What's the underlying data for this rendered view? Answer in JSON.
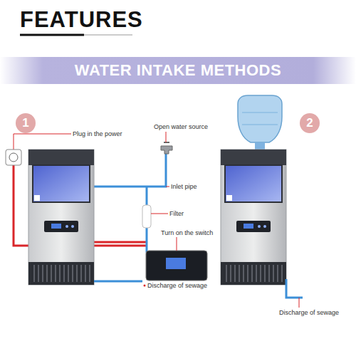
{
  "diagram": {
    "title": "FEATURES",
    "nodes": [
      {
        "text": [
          "WATER INTAKE METHODS"
        ]
      },
      {
        "text": [
          "1"
        ]
      },
      {
        "text": [
          "2"
        ]
      }
    ],
    "labels": [
      "Plug in the power",
      "Open water source",
      "Inlet pipe",
      "Filter",
      "Turn on the switch",
      "Discharge of sewage",
      "Discharge of sewage"
    ]
  }
}
